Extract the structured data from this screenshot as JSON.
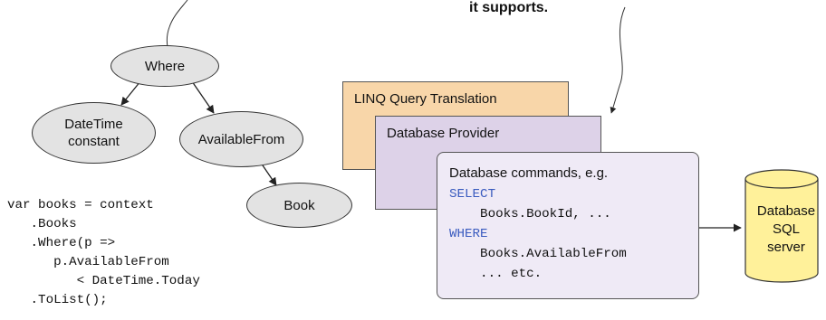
{
  "annotation": {
    "text": "it supports."
  },
  "tree": {
    "root": "Where",
    "left_child": [
      "DateTime",
      "constant"
    ],
    "right_child": "AvailableFrom",
    "leaf": "Book"
  },
  "code": {
    "lines": [
      "var books = context",
      "   .Books",
      "   .Where(p =>",
      "      p.AvailableFrom",
      "         < DateTime.Today",
      "   .ToList();"
    ]
  },
  "layers": {
    "linq_title": "LINQ Query Translation",
    "provider_title": "Database Provider",
    "commands_title": "Database commands, e.g.",
    "cmd_select": "SELECT",
    "cmd_line2": "    Books.BookId, ...",
    "cmd_where": "WHERE",
    "cmd_line4": "    Books.AvailableFrom",
    "cmd_line5": "    ... etc."
  },
  "database": {
    "line1": "Database",
    "line2": "SQL",
    "line3": "server"
  },
  "colors": {
    "linq_fill": "#f8d6a9",
    "provider_fill": "#ddd2e8",
    "commands_fill": "#efeaf6",
    "node_fill": "#e3e3e3",
    "db_fill": "#fff19a",
    "keyword": "#3a5bbf"
  }
}
